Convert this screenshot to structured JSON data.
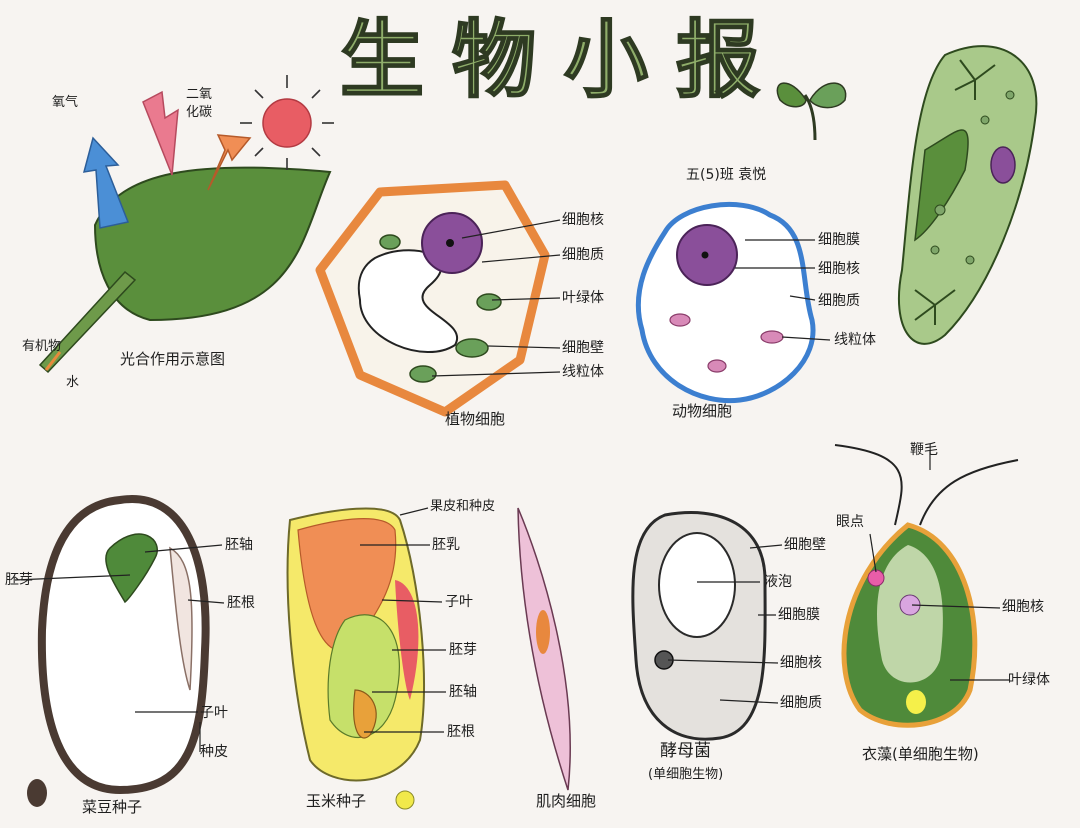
{
  "title": "生物小报",
  "byline": "五(5)班 袁悦",
  "photosynthesis": {
    "caption": "光合作用示意图",
    "oxygen": "氧气",
    "co2_line1": "二氧",
    "co2_line2": "化碳",
    "organic": "有机物",
    "water": "水"
  },
  "plant_cell": {
    "caption": "植物细胞",
    "labels": [
      "细胞核",
      "细胞质",
      "叶绿体",
      "细胞壁",
      "线粒体"
    ]
  },
  "animal_cell": {
    "caption": "动物细胞",
    "labels": [
      "细胞膜",
      "细胞核",
      "细胞质",
      "线粒体"
    ]
  },
  "bean_seed": {
    "caption": "菜豆种子",
    "labels": [
      "胚芽",
      "胚轴",
      "胚根",
      "子叶",
      "种皮"
    ]
  },
  "corn_seed": {
    "caption": "玉米种子",
    "labels": [
      "果皮和种皮",
      "胚乳",
      "子叶",
      "胚芽",
      "胚轴",
      "胚根"
    ]
  },
  "muscle_cell": {
    "caption": "肌肉细胞"
  },
  "yeast": {
    "caption": "酵母菌",
    "subcaption": "(单细胞生物)",
    "labels": [
      "细胞壁",
      "液泡",
      "细胞膜",
      "细胞核",
      "细胞质"
    ]
  },
  "chlamydomonas": {
    "caption": "衣藻(单细胞生物)",
    "labels": [
      "鞭毛",
      "眼点",
      "细胞核",
      "叶绿体"
    ]
  },
  "colors": {
    "leaf": "#5a8f3c",
    "oxygen_arrow": "#4b8fd6",
    "co2_arrow": "#e9788a",
    "sun": "#e85d64",
    "nucleus": "#8a4f9a",
    "cell_wall": "#e8883e",
    "animal_membrane": "#3c7fd0",
    "title_fill": "#8fae6a"
  }
}
